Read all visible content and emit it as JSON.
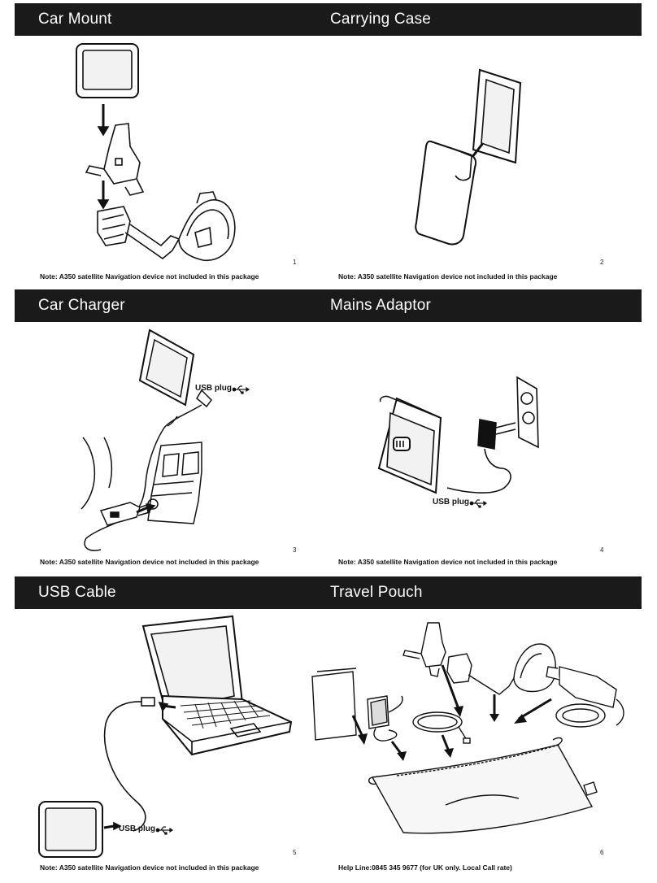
{
  "sections": [
    {
      "title": "Car Mount",
      "note": "Note: A350 satellite Navigation device not included in this package",
      "page": "1"
    },
    {
      "title": "Carrying Case",
      "note": "Note: A350 satellite Navigation device not included in this package",
      "page": "2"
    },
    {
      "title": "Car Charger",
      "note": "Note: A350 satellite Navigation device not included in this package",
      "page": "3",
      "usb_label": "USB plug"
    },
    {
      "title": "Mains Adaptor",
      "note": "Note: A350 satellite Navigation device not included in this package",
      "page": "4",
      "usb_label": "USB plug"
    },
    {
      "title": "USB Cable",
      "note": "Note: A350 satellite Navigation device not included in this package",
      "page": "5",
      "usb_label": "USB plug"
    },
    {
      "title": "Travel Pouch",
      "note": "Help Line:0845 345 9677 (for UK only. Local Call rate)",
      "page": "6"
    }
  ],
  "icons": {
    "usb": "usb-icon",
    "arrow": "arrow-icon"
  },
  "colors": {
    "header_bar": "#1a1a1a",
    "header_text": "#ffffff",
    "line_art": "#111111",
    "screen_fill": "#f2f2f2"
  }
}
